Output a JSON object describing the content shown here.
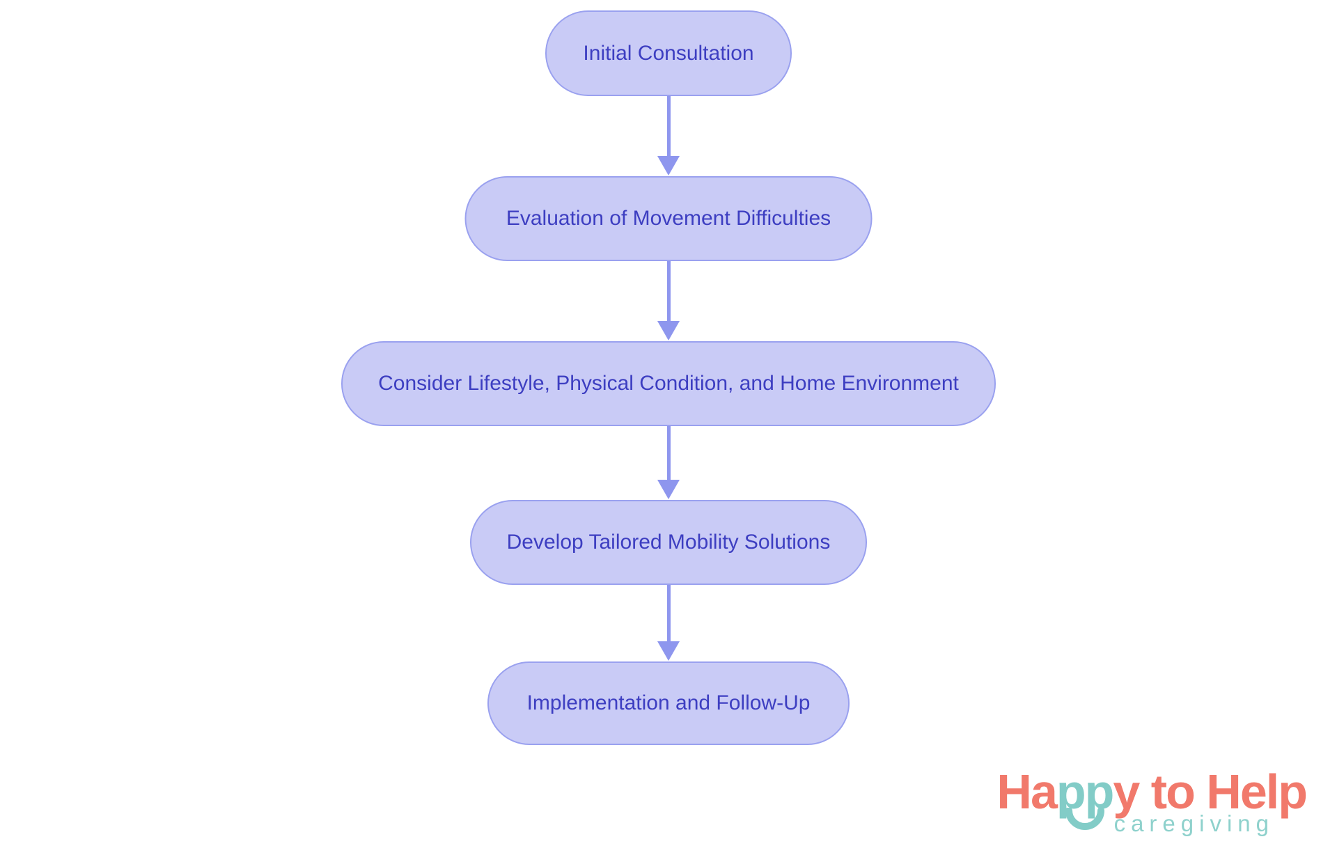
{
  "page": {
    "background": "#ffffff"
  },
  "flowchart": {
    "type": "vertical-process-flow",
    "steps": [
      {
        "label": "Initial Consultation"
      },
      {
        "label": "Evaluation of Movement Difficulties"
      },
      {
        "label": "Consider Lifestyle, Physical Condition, and Home Environment"
      },
      {
        "label": "Develop Tailored Mobility Solutions"
      },
      {
        "label": "Implementation and Follow-Up"
      }
    ],
    "colors": {
      "node_fill": "#c9cbf6",
      "node_border": "#9aa1ef",
      "node_text": "#3d3ec1",
      "arrow": "#8e96ee"
    }
  },
  "logo": {
    "word_part1": "Ha",
    "word_part2": "pp",
    "word_part3": "y to Help",
    "tagline": "caregiving",
    "colors": {
      "coral": "#f1796b",
      "teal": "#82ccc7",
      "tagline_teal": "#8ed1cc"
    }
  }
}
